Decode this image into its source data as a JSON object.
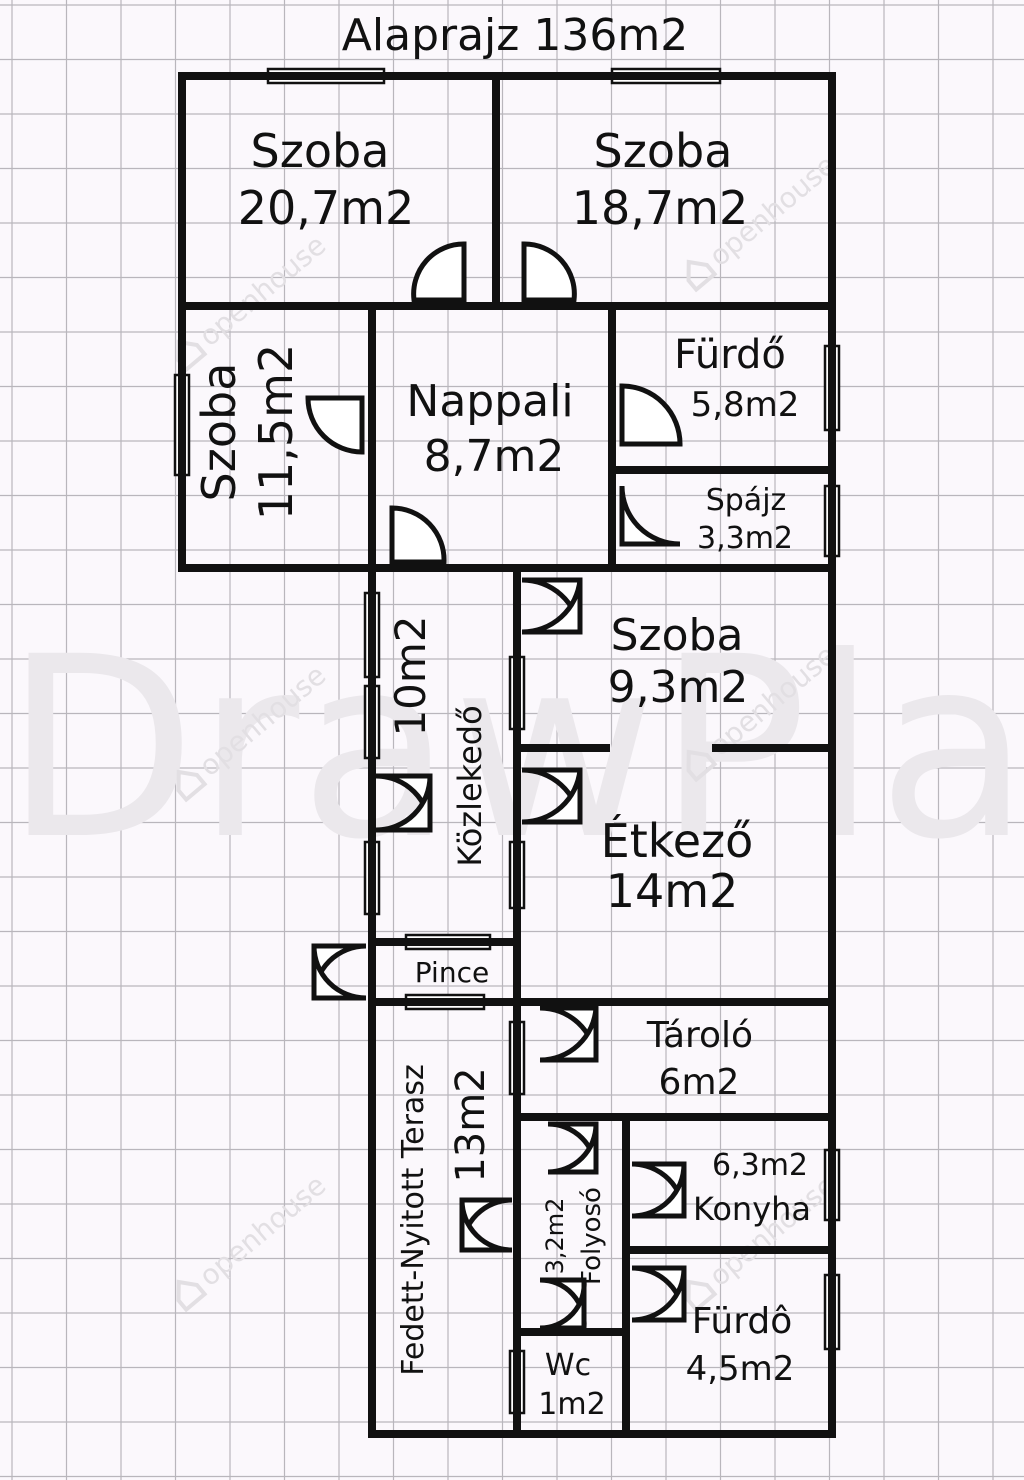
{
  "title": "Alaprajz 136m2",
  "watermark": {
    "text": "DrawPlan",
    "logo_text": "openhouse"
  },
  "colors": {
    "wall": "#111111",
    "grid": "#b9b6bc",
    "background": "#fbf8fc",
    "watermark": "#e9e6ea"
  },
  "rooms": [
    {
      "id": "szoba-1",
      "name": "Szoba",
      "area": "20,7m2"
    },
    {
      "id": "szoba-2",
      "name": "Szoba",
      "area": "18,7m2"
    },
    {
      "id": "szoba-3",
      "name": "Szoba",
      "area": "11,5m2"
    },
    {
      "id": "nappali",
      "name": "Nappali",
      "area": "8,7m2"
    },
    {
      "id": "furdo-1",
      "name": "Fürdő",
      "area": "5,8m2"
    },
    {
      "id": "spajz",
      "name": "Spájz",
      "area": "3,3m2"
    },
    {
      "id": "kozlekedo",
      "name": "Közlekedő",
      "area": "10m2"
    },
    {
      "id": "szoba-4",
      "name": "Szoba",
      "area": "9,3m2"
    },
    {
      "id": "etkezo",
      "name": "Étkező",
      "area": "14m2"
    },
    {
      "id": "pince",
      "name": "Pince",
      "area": ""
    },
    {
      "id": "tarolo",
      "name": "Tároló",
      "area": "6m2"
    },
    {
      "id": "terasz",
      "name": "Fedett-Nyitott Terasz",
      "area": "13m2"
    },
    {
      "id": "folyoso",
      "name": "Folyosó",
      "area": "3,2m2"
    },
    {
      "id": "konyha",
      "name": "Konyha",
      "area": "6,3m2"
    },
    {
      "id": "furdo-2",
      "name": "Fürdô",
      "area": "4,5m2"
    },
    {
      "id": "wc",
      "name": "Wc",
      "area": "1m2"
    }
  ]
}
